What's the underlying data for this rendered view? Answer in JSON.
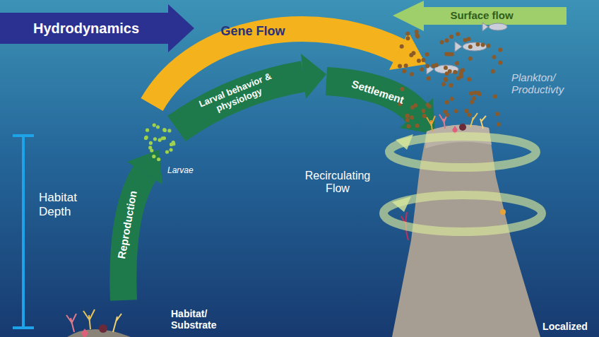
{
  "diagram": {
    "labels": [
      "Hydrodynamics",
      "Gene Flow",
      "Surface flow",
      "Larval behavior & physiology",
      "Settlement",
      "Reproduction",
      "Larvae",
      "Recirculating Flow",
      "Plankton/ Productivty",
      "Habitat Depth",
      "Habitat/ Substrate",
      "Localized"
    ]
  }
}
